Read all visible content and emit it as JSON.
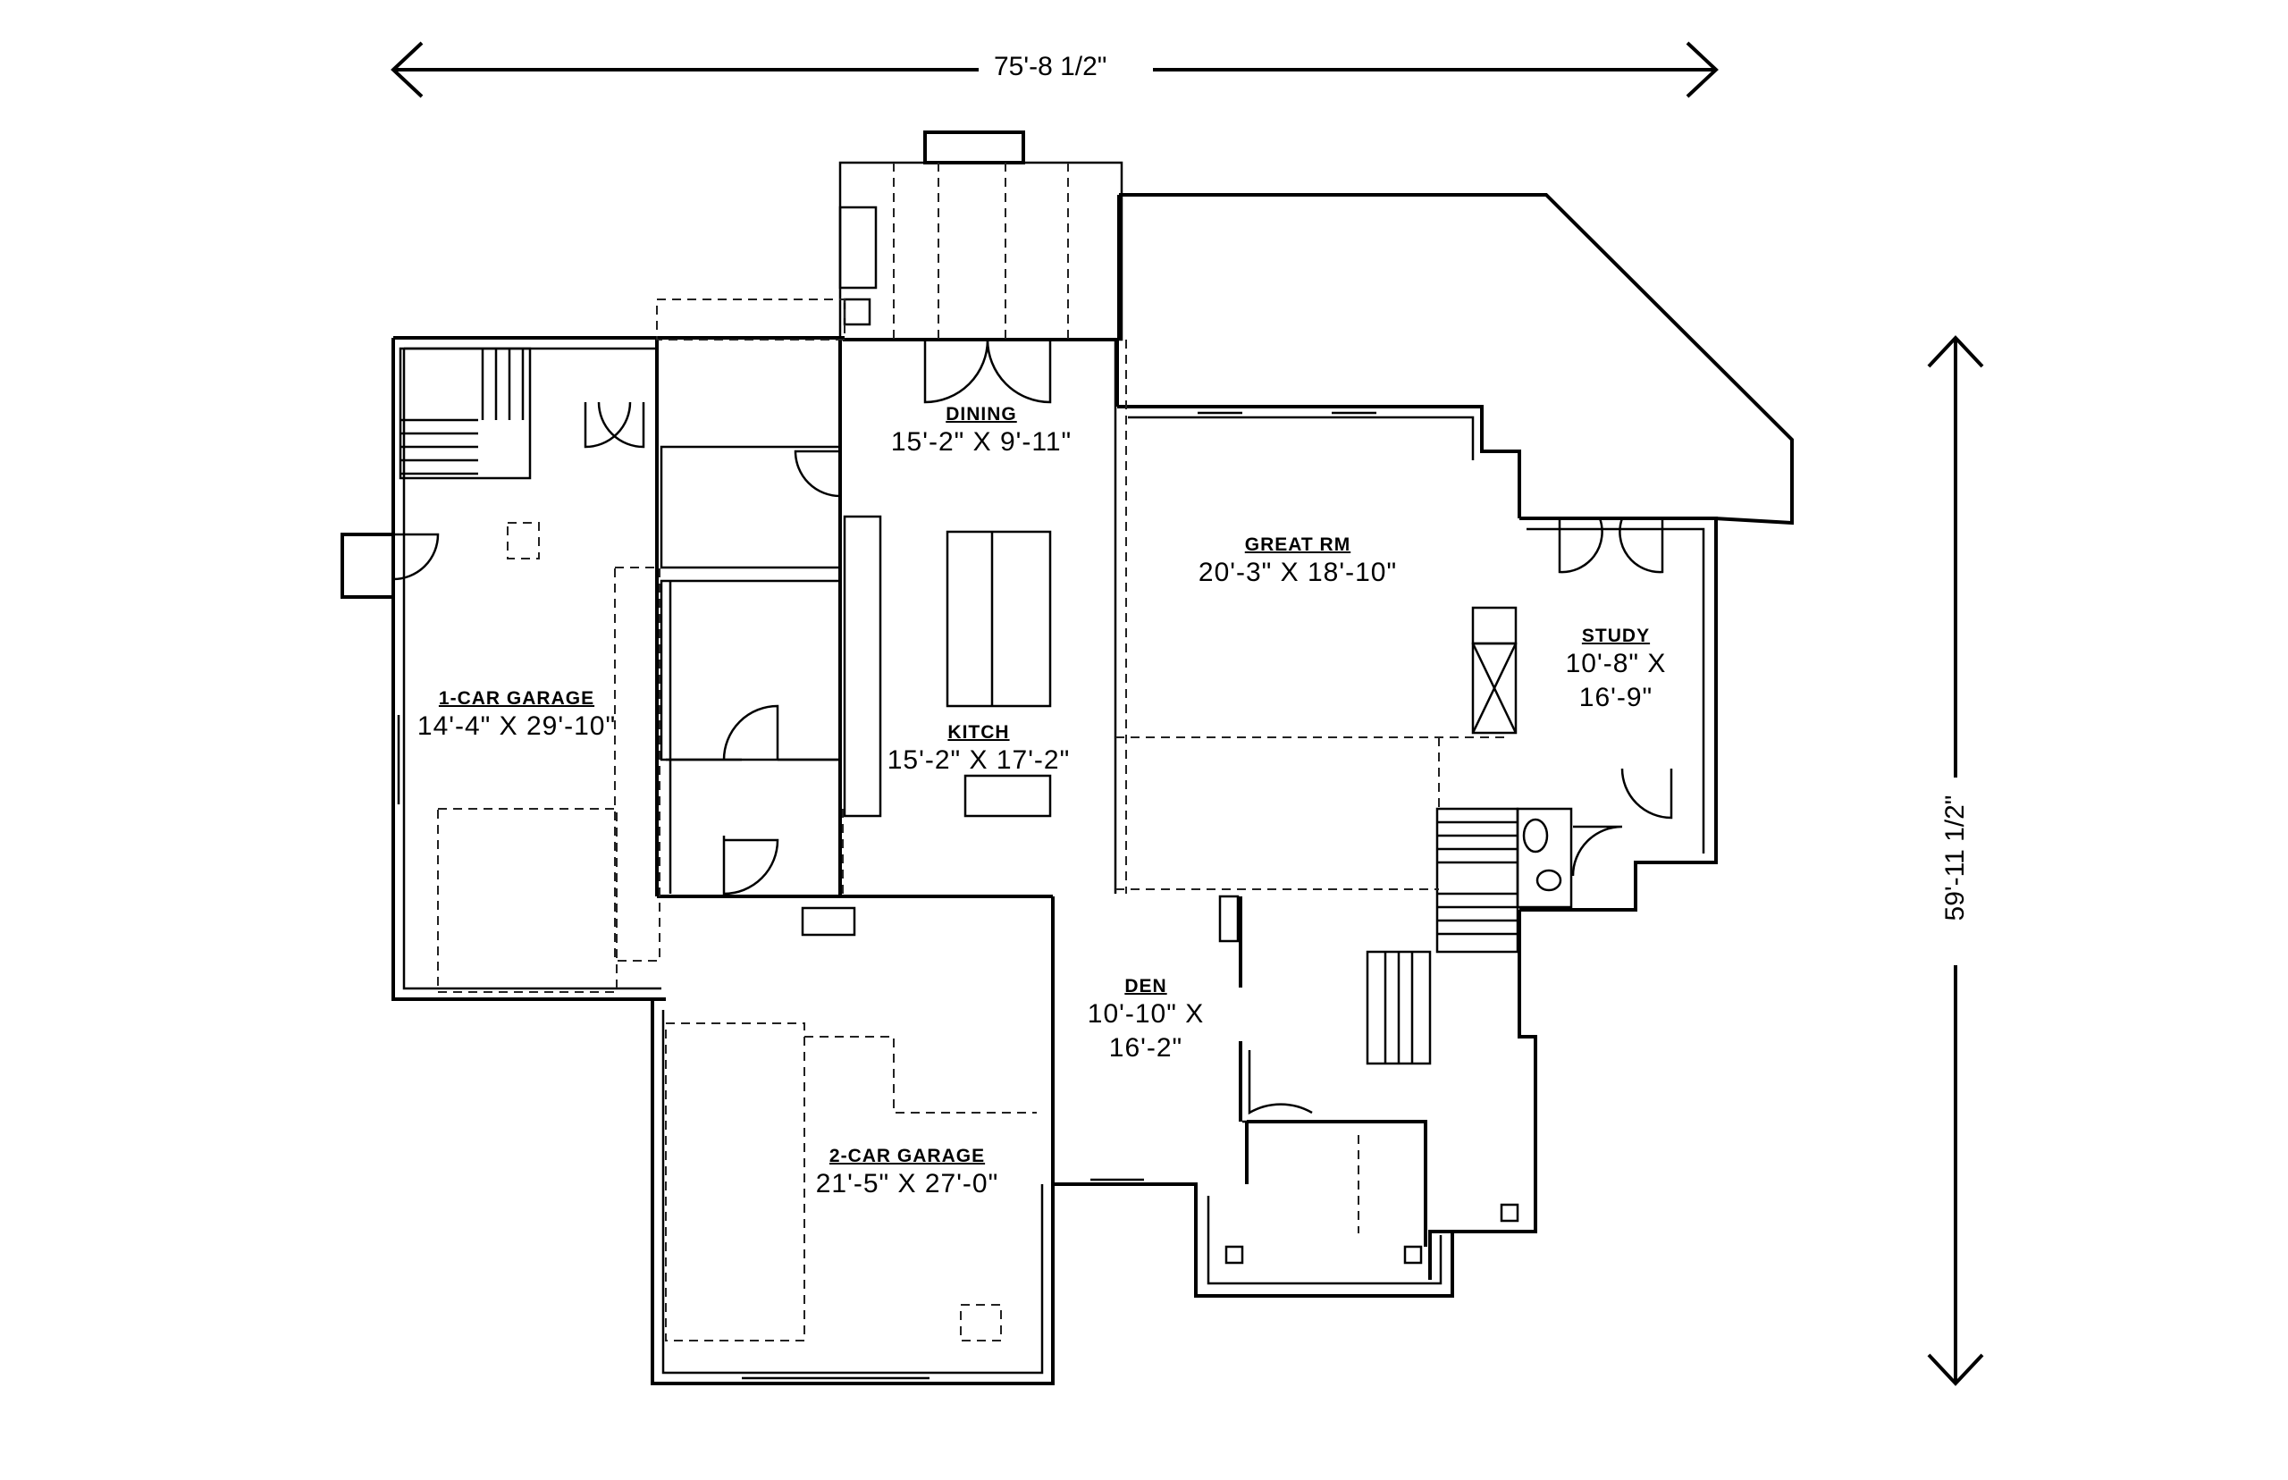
{
  "dimensions": {
    "overall_width": "75'-8 1/2\"",
    "overall_depth": "59'-11 1/2\""
  },
  "rooms": {
    "dining": {
      "name": "DINING",
      "size": "15'-2\" X 9'-11\""
    },
    "great_room": {
      "name": "GREAT RM",
      "size": "20'-3\" X 18'-10\""
    },
    "study": {
      "name": "STUDY",
      "size_line1": "10'-8\" X",
      "size_line2": "16'-9\""
    },
    "one_car_garage": {
      "name": "1-CAR GARAGE",
      "size": "14'-4\" X 29'-10\""
    },
    "kitchen": {
      "name": "KITCH",
      "size": "15'-2\" X 17'-2\""
    },
    "den": {
      "name": "DEN",
      "size_line1": "10'-10\" X",
      "size_line2": "16'-2\""
    },
    "two_car_garage": {
      "name": "2-CAR GARAGE",
      "size": "21'-5\" X 27'-0\""
    }
  }
}
